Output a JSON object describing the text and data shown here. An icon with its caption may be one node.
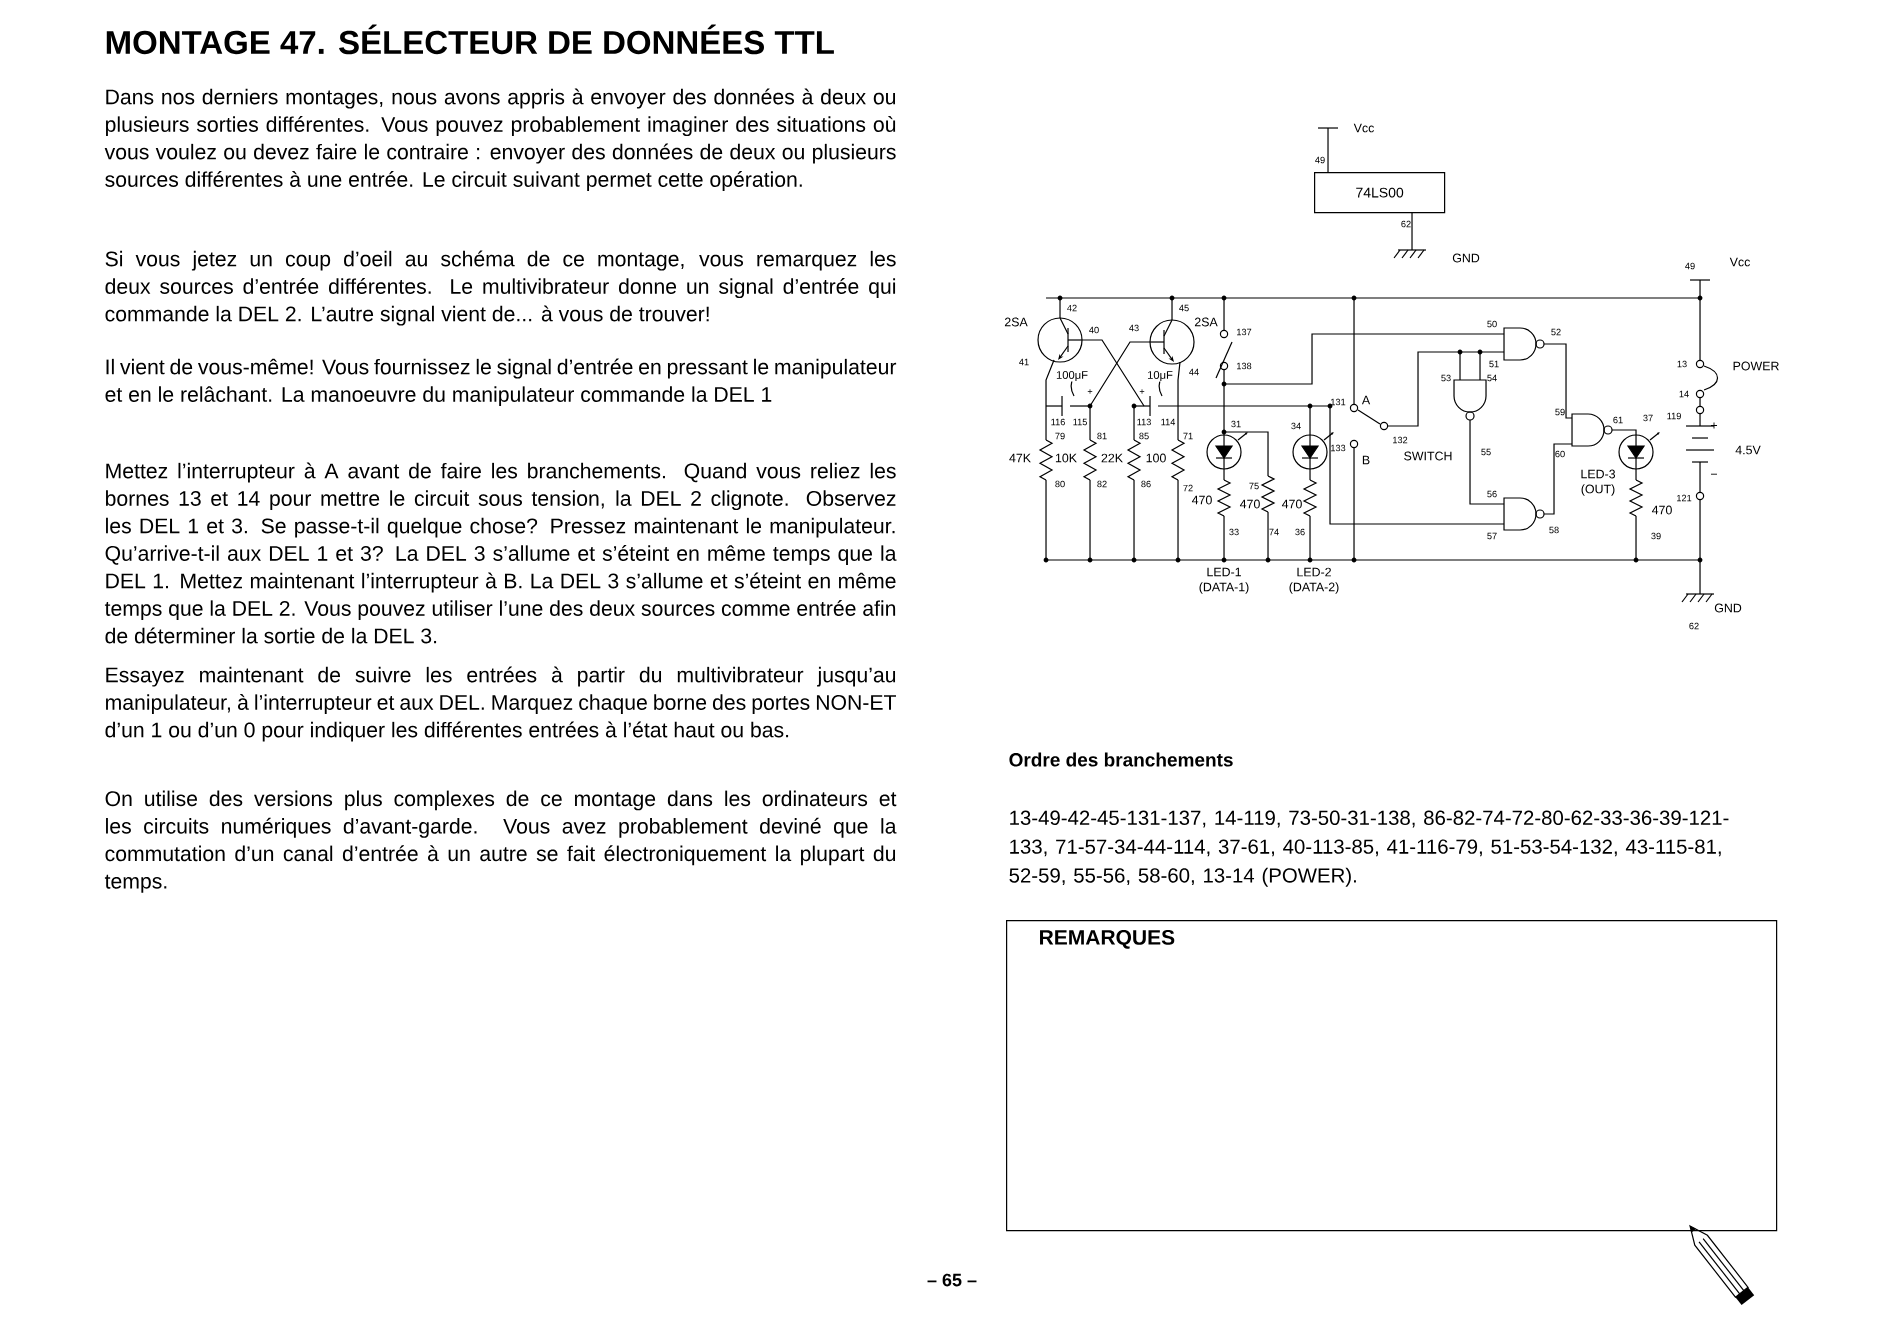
{
  "diagram": {
    "title": "MONTAGE 47. SÉLECTEUR DE DONNÉES TTL",
    "nodes": [
      {
        "text": [
          "74LS00"
        ],
        "beside": [
          "49",
          "62"
        ]
      },
      {
        "text": [
          "REMARQUES"
        ]
      }
    ],
    "labels": [
      "Dans nos derniers montages, nous avons appris à envoyer des données à deux ou plusieurs sorties différentes. Vous pouvez probablement imaginer des situations où vous voulez ou devez faire le contraire : envoyer des données de deux ou plusieurs sources différentes à une entrée. Le circuit suivant permet cette opération.",
      "Si vous jetez un coup d’oeil au schéma de ce montage, vous remarquez les deux sources d’entrée différentes. Le multivibrateur donne un signal d’entrée qui commande la DEL 2. L’autre signal vient de... à vous de trouver!",
      "Il vient de vous-même! Vous fournissez le signal d’entrée en pressant le manipulateur et en le relâchant. La manoeuvre du manipulateur commande la DEL 1",
      "Mettez l’interrupteur à A avant de faire les branchements. Quand vous reliez les bornes 13 et 14 pour mettre le circuit sous tension, la DEL 2 clignote. Observez les DEL 1 et 3. Se passe-t-il quelque chose? Pressez maintenant le manipulateur. Qu’arrive-t-il aux DEL 1 et 3? La DEL 3 s’allume et s’éteint en même temps que la DEL 1. Mettez maintenant l’interrupteur à B. La DEL 3 s’allume et s’éteint en même temps que la DEL 2. Vous pouvez utiliser l’une des deux sources comme entrée afin de déterminer la sortie de la DEL 3.",
      "Essayez maintenant de suivre les entrées à partir du multivibrateur jusqu’au manipulateur, à l’interrupteur et aux DEL. Marquez chaque borne des portes NON-ET d’un 1 ou d’un 0 pour indiquer les différentes entrées à l’état haut ou bas.",
      "On utilise des versions plus complexes de ce montage dans les ordinateurs et les circuits numériques d’avant-garde. Vous avez probablement deviné que la commutation d’un canal d’entrée à un autre se fait électroniquement la plupart du temps.",
      "Vcc",
      "GND",
      "49",
      "Vcc",
      "42",
      "45",
      "2SA",
      "40",
      "43",
      "2SA",
      "137",
      "50",
      "52",
      "41",
      "44",
      "138",
      "51",
      "13",
      "POWER",
      "100μF",
      "+",
      "+",
      "10μF",
      "131",
      "A",
      "53",
      "54",
      "14",
      "116",
      "115",
      "113",
      "114",
      "31",
      "34",
      "59",
      "61",
      "37",
      "119",
      "+",
      "79",
      "81",
      "85",
      "71",
      "133",
      "132",
      "SWITCH",
      "55",
      "60",
      "4.5V",
      "47K",
      "10K",
      "22K",
      "100",
      "B",
      "LED-3",
      "−",
      "80",
      "82",
      "86",
      "72",
      "470",
      "470",
      "75",
      "470",
      "56",
      "(OUT)",
      "470",
      "121",
      "33",
      "74",
      "36",
      "57",
      "58",
      "39",
      "LED-1",
      "LED-2",
      "(DATA-1)",
      "(DATA-2)",
      "GND",
      "62",
      "Ordre des branchements",
      "13-49-42-45-131-137, 14-119, 73-50-31-138, 86-82-74-72-80-62-33-36-39-121-133, 71-57-34-44-114, 37-61, 40-113-85, 41-116-79, 51-53-54-132, 43-115-81, 52-59, 55-56, 58-60, 13-14 (POWER).",
      "– 65 –"
    ]
  }
}
